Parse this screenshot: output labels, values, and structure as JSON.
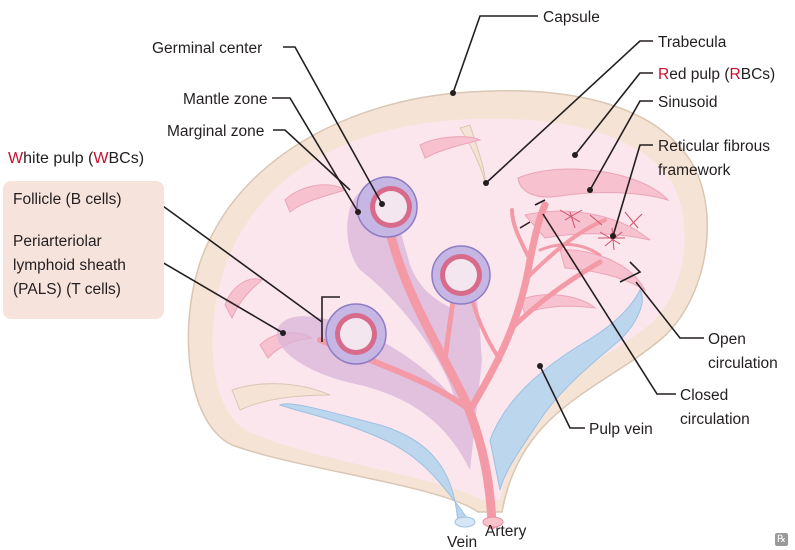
{
  "labels": {
    "capsule": "Capsule",
    "trabecula": "Trabecula",
    "germinal_center": "Germinal center",
    "mantle_zone": "Mantle zone",
    "marginal_zone": "Marginal zone",
    "red_pulp": {
      "r1": "R",
      "t1": "ed pulp (",
      "r2": "R",
      "t2": "BCs)"
    },
    "sinusoid": "Sinusoid",
    "reticular_line1": "Reticular fibrous",
    "reticular_line2": "framework",
    "open_line1": "Open",
    "open_line2": "circulation",
    "closed_line1": "Closed",
    "closed_line2": "circulation",
    "pulp_vein": "Pulp vein",
    "vein": "Vein",
    "artery": "Artery"
  },
  "white_pulp": {
    "title": {
      "r1": "W",
      "t1": "hite pulp (",
      "r2": "W",
      "t2": "BCs)"
    },
    "follicle": "Follicle (B cells)",
    "pals_line1": "Periarteriolar",
    "pals_line2": "lymphoid sheath",
    "pals_line3": "(PALS) (T cells)"
  },
  "logo": "℞",
  "colors": {
    "capsule": "#f5e4d6",
    "pulp": "#fbe6ee",
    "red_pulp": "#f4b6c8",
    "artery": "#f39aa6",
    "vein": "#bcd6ee",
    "follicle": "#b8a9dc",
    "accent_red": "#c8102e"
  }
}
